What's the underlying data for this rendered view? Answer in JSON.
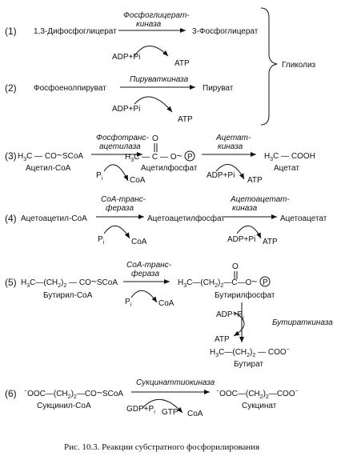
{
  "caption": "Рис. 10.3. Реакции субстратного фосфорилирования",
  "group_label": "Гликолиз",
  "reactions": [
    {
      "num": "(1)",
      "substrate": "1,3-Дифосфоглицерат",
      "enzyme": [
        "Фосфоглицерат-",
        "киназа"
      ],
      "product": "3-Фосфоглицерат",
      "in": "ADP+Pi",
      "out": "ATP"
    },
    {
      "num": "(2)",
      "substrate": "Фосфоенолпируват",
      "enzyme": [
        "Пируваткиназа"
      ],
      "product": "Пируват",
      "in": "ADP+Pi",
      "out": "ATP"
    },
    {
      "num": "(3)",
      "substrate_formula": "H3C—CO~SCoA",
      "substrate": "Ацетил-CoA",
      "enzyme1": [
        "Фосфотранс-",
        "ацетилаза"
      ],
      "in1": "Pi",
      "out1": "CoA",
      "intermediate_formula": "H3C—C—O~P",
      "intermediate": "Ацетилфосфат",
      "enzyme2": [
        "Ацетат-",
        "киназа"
      ],
      "in2": "ADP+Pi",
      "out2": "ATP",
      "product_formula": "H3C—COOH",
      "product": "Ацетат"
    },
    {
      "num": "(4)",
      "substrate": "Ацетоацетил-CoA",
      "enzyme1": [
        "CoA-транс-",
        "фераза"
      ],
      "in1": "Pi",
      "out1": "CoA",
      "intermediate": "Ацетоацетилфосфат",
      "enzyme2": [
        "Ацетоацетат-",
        "киназа"
      ],
      "in2": "ADP+Pi",
      "out2": "ATP",
      "product": "Ацетоацетат"
    },
    {
      "num": "(5)",
      "substrate_formula": "H3C—(CH2)2—CO~SCoA",
      "substrate": "Бутирил-CoA",
      "enzyme1": [
        "CoA-транс-",
        "фераза"
      ],
      "in1": "Pi",
      "out1": "CoA",
      "intermediate_formula": "H3C—(CH2)2—C—O~P",
      "intermediate": "Бутирилфосфат",
      "enzyme2": [
        "Бутираткиназа"
      ],
      "in2": "ADP+Pi",
      "out2": "ATP",
      "product_formula": "H3C—(CH2)2—COO−",
      "product": "Бутират"
    },
    {
      "num": "(6)",
      "substrate_formula": "−OOC—(CH2)2—CO~SCoA",
      "substrate": "Сукцинил-CoA",
      "enzyme": [
        "Сукцинаттиокиназа"
      ],
      "in": "GDP+Pi",
      "out1": "GTP",
      "out2": "CoA",
      "product_formula": "−OOC—(CH2)2—COO−",
      "product": "Сукцинат"
    }
  ]
}
